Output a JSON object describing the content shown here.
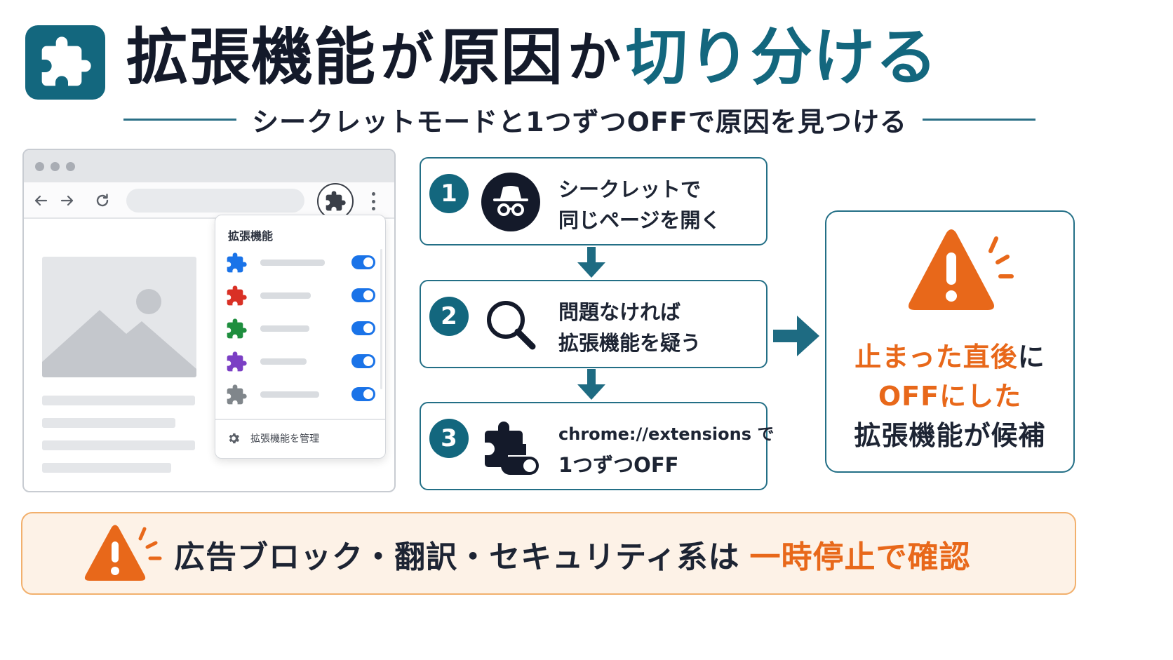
{
  "header": {
    "title_part1": "拡張機能",
    "title_part2": "が",
    "title_part3": "原因",
    "title_part4": "か",
    "title_part5": "切り分ける",
    "subtitle": "シークレットモードと1つずつOFFで原因を見つける"
  },
  "browser": {
    "popup_title": "拡張機能",
    "extensions": [
      {
        "color": "#1a73e8",
        "enabled": true
      },
      {
        "color": "#d93025",
        "enabled": true
      },
      {
        "color": "#1e8e3e",
        "enabled": true
      },
      {
        "color": "#7b3fc4",
        "enabled": true
      },
      {
        "color": "#80868b",
        "enabled": true
      }
    ],
    "manage_label": "拡張機能を管理"
  },
  "steps": [
    {
      "number": "1",
      "icon": "incognito-icon",
      "line1": "シークレットで",
      "line2": "同じページを開く"
    },
    {
      "number": "2",
      "icon": "magnifier-icon",
      "line1": "問題なければ",
      "line2": "拡張機能を疑う"
    },
    {
      "number": "3",
      "icon": "puzzle-toggle-icon",
      "line1": "chrome://extensions で",
      "line2": "1つずつOFF"
    }
  ],
  "result": {
    "line1_accent": "止まった直後",
    "line1_rest": "に",
    "line2": "OFFにした",
    "line3": "拡張機能が候補"
  },
  "warning": {
    "text_normal": "広告ブロック・翻訳・セキュリティ系は",
    "text_accent": "一時停止で確認"
  },
  "colors": {
    "teal": "#13677e",
    "orange": "#e8681a",
    "warning_bg": "#fdf2e7",
    "warning_border": "#f2b06d"
  }
}
